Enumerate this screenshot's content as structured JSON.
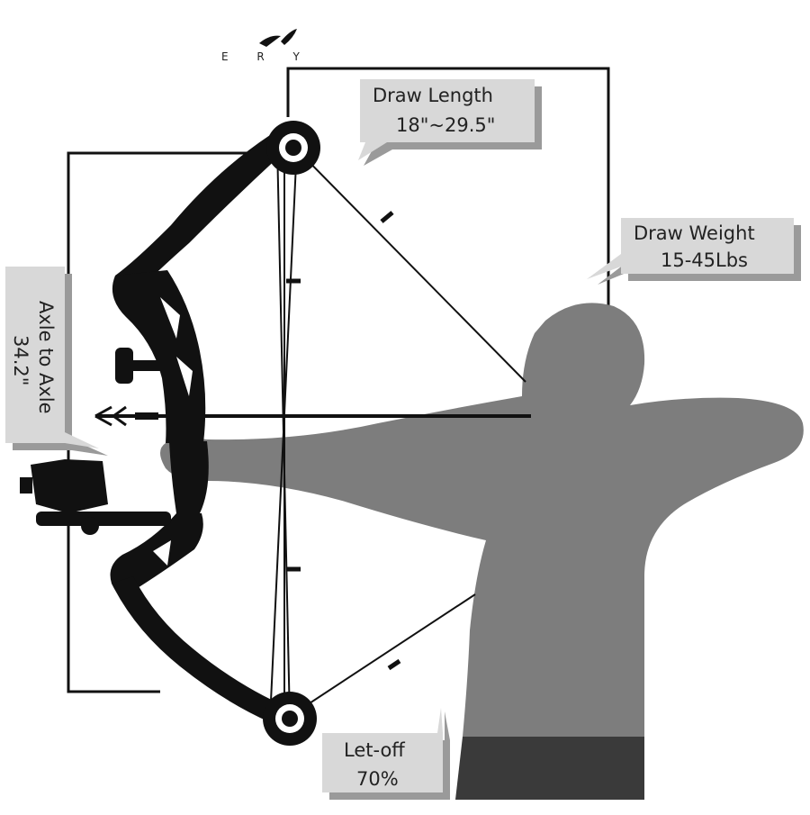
{
  "brand": {
    "logo_text": "E R Y"
  },
  "callouts": {
    "draw_length": {
      "line1": "Draw Length",
      "line2": "18\"~29.5\""
    },
    "draw_weight": {
      "line1": "Draw Weight",
      "line2": "15-45Lbs"
    },
    "axle_to_axle": {
      "line1": "Axle to Axle",
      "line2": "34.2\""
    },
    "let_off": {
      "line1": "Let-off",
      "line2": "70%"
    }
  },
  "colors": {
    "bow": "#111111",
    "archer_silhouette": "#7d7d7d",
    "archer_pants": "#3a3a3a",
    "callout_fill": "#d8d8d8",
    "callout_shadow": "#9a9a9a",
    "lines": "#111111"
  },
  "icons": [
    "bow-icon",
    "archer-silhouette-icon",
    "arrow-icon",
    "sight-icon",
    "stabilizer-icon",
    "quiver-icon",
    "cam-wheel-icon"
  ]
}
